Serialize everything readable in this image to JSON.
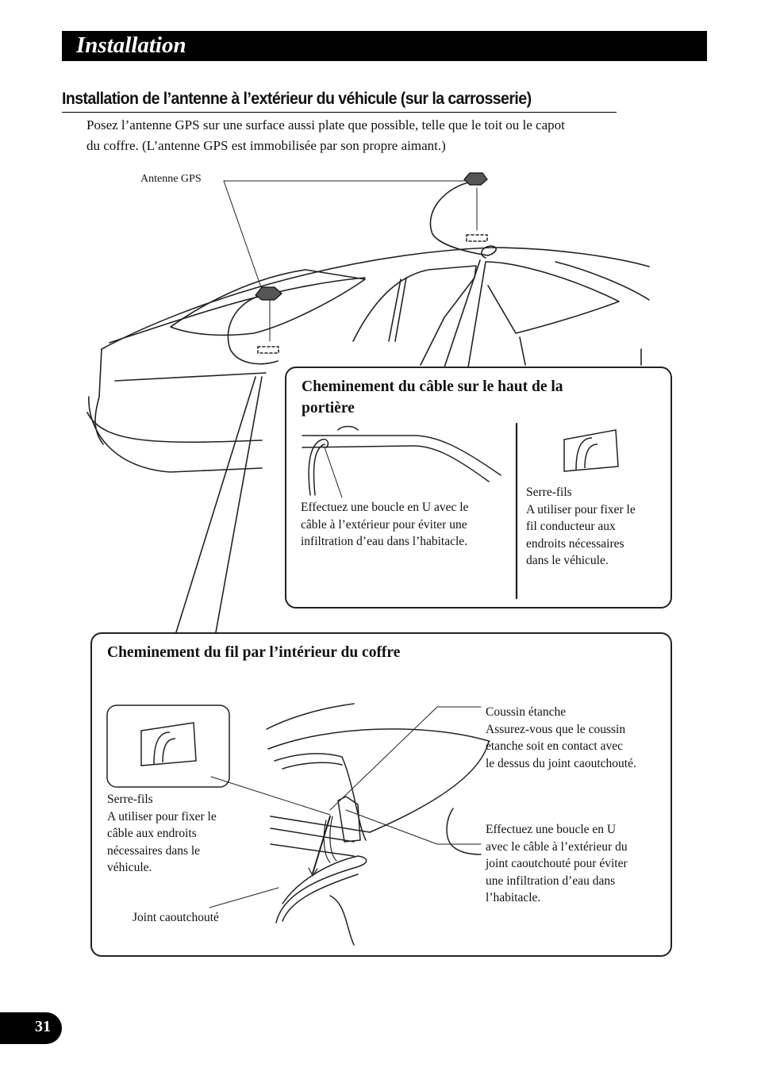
{
  "header": {
    "title": "Installation"
  },
  "section": {
    "title": "Installation de l’antenne à l’extérieur du véhicule (sur la carrosserie)",
    "intro_line1": "Posez l’antenne GPS sur une surface aussi plate que possible, telle que le toit ou le capot",
    "intro_line2": "du coffre. (L’antenne GPS est immobilisée par son propre aimant.)"
  },
  "figure": {
    "antenna_label": "Antenne GPS"
  },
  "door_box": {
    "title_line1": "Cheminement du câble sur le haut de la",
    "title_line2": "portière",
    "loop_note": [
      "Effectuez une boucle en U avec le",
      "câble à l’extérieur pour éviter une",
      "infiltration d’eau dans l’habitacle."
    ],
    "clamp_note": [
      "Serre-fils",
      "A utiliser pour fixer le",
      "fil conducteur aux",
      "endroits nécessaires",
      "dans le véhicule."
    ]
  },
  "trunk_box": {
    "title": "Cheminement du fil par l’intérieur du coffre",
    "clamp_note": [
      "Serre-fils",
      "A utiliser pour fixer le",
      "câble aux endroits",
      "nécessaires dans le",
      "véhicule."
    ],
    "seal_label": "Joint caoutchouté",
    "cushion_note": [
      "Coussin étanche",
      "Assurez-vous que le coussin",
      "étanche soit en contact avec",
      "le dessus du joint caoutchouté."
    ],
    "loop_note": [
      "Effectuez une boucle en U",
      "avec le câble à l’extérieur du",
      "joint caoutchouté pour éviter",
      "une infiltration d’eau dans",
      "l’habitacle."
    ]
  },
  "page": {
    "number": "31"
  }
}
